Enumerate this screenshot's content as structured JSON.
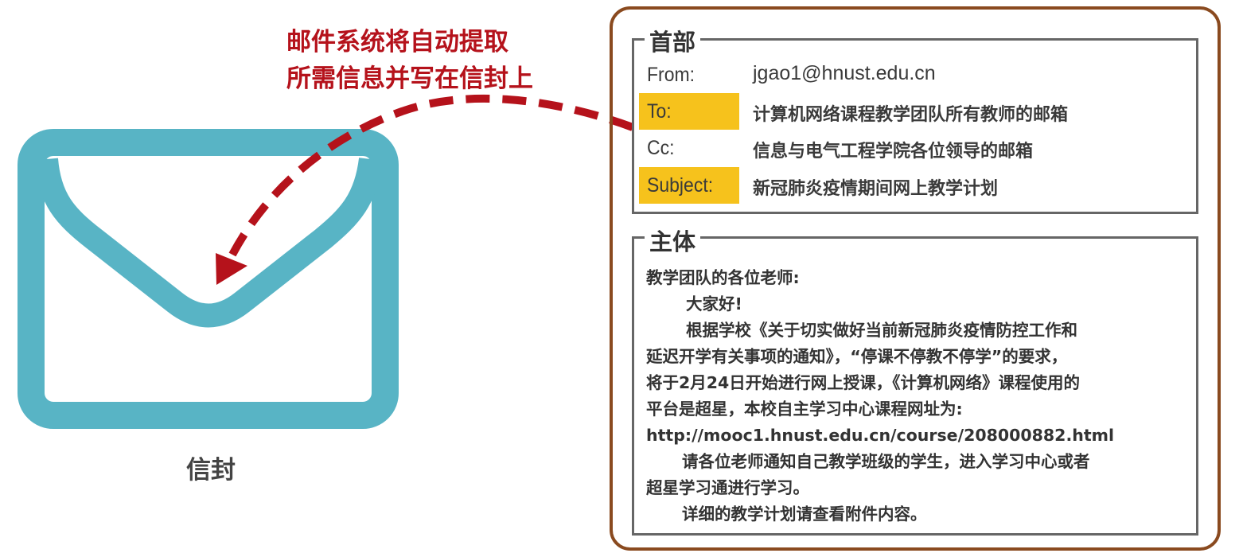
{
  "caption": {
    "line1": "邮件系统将自动提取",
    "line2": "所需信息并写在信封上"
  },
  "envelope": {
    "label": "信封",
    "icon": "envelope-icon",
    "color": "#58b4c5"
  },
  "arrow": {
    "color": "#b5121b"
  },
  "letter": {
    "border_color": "#8a4a1f",
    "highlight_color": "#f6c21c",
    "header": {
      "title": "首部",
      "fields": [
        {
          "label": "From:",
          "value": "jgao1@hnust.edu.cn",
          "highlighted": false
        },
        {
          "label": "To:",
          "value": "计算机网络课程教学团队所有教师的邮箱",
          "highlighted": true
        },
        {
          "label": "Cc:",
          "value": "信息与电气工程学院各位领导的邮箱",
          "highlighted": false
        },
        {
          "label": "Subject:",
          "value": "新冠肺炎疫情期间网上教学计划",
          "highlighted": true
        }
      ]
    },
    "body": {
      "title": "主体",
      "lines": [
        "教学团队的各位老师:",
        "大家好!",
        "根据学校《关于切实做好当前新冠肺炎疫情防控工作和",
        "延迟开学有关事项的通知》，“停课不停教不停学”的要求，",
        "将于2月24日开始进行网上授课，《计算机网络》课程使用的",
        "平台是超星，本校自主学习中心课程网址为:",
        "http://mooc1.hnust.edu.cn/course/208000882.html",
        "请各位老师通知自己教学班级的学生，进入学习中心或者",
        "超星学习通进行学习。",
        "详细的教学计划请查看附件内容。"
      ]
    }
  }
}
